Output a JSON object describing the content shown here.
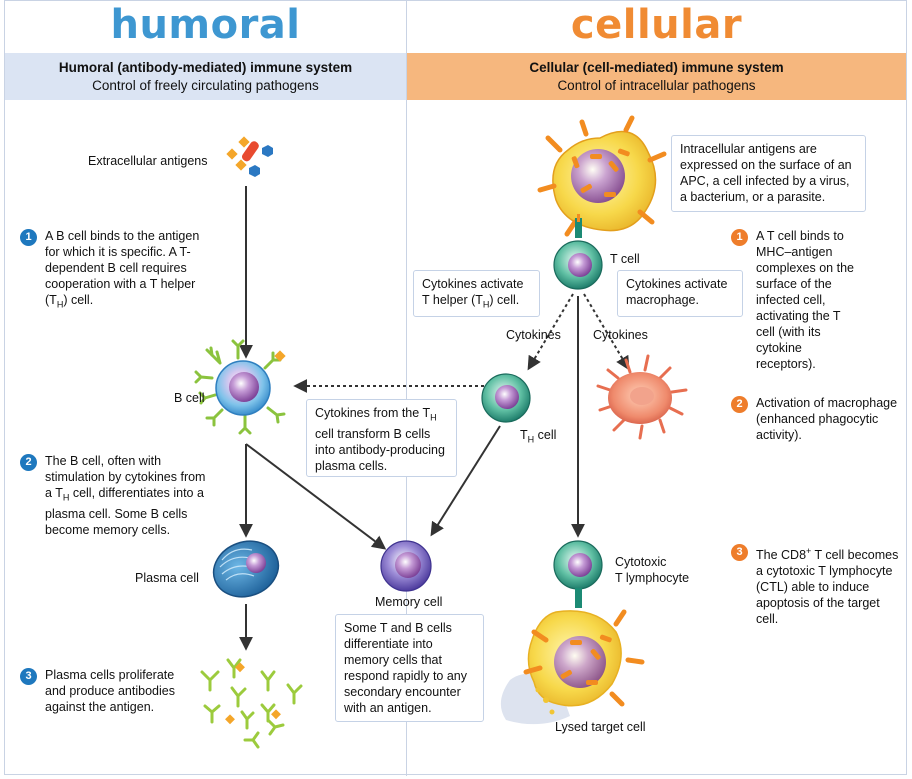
{
  "colors": {
    "humoral_title": "#3e97d1",
    "cellular_title": "#f08b33",
    "humoral_header_bg": "#dbe4f3",
    "cellular_header_bg": "#f6b77e",
    "step_blue": "#1e78be",
    "step_orange": "#ee7d2b",
    "box_border": "#c5d2e6"
  },
  "humoral": {
    "title": "humoral",
    "header_title": "Humoral (antibody-mediated) immune system",
    "header_subtitle": "Control of freely circulating pathogens",
    "extracellular_antigens": "Extracellular antigens",
    "step1_num": "1",
    "step1_text": "A B cell binds to the antigen for which it is specific. A T-dependent B cell requires cooperation with a T helper (T",
    "step1_sub": "H",
    "step1_end": ") cell.",
    "b_cell": "B cell",
    "step2_num": "2",
    "step2_a": "The B cell, often with stimulation by cytokines from a T",
    "step2_sub": "H",
    "step2_b": " cell, differentiates into a plasma cell. Some B cells become memory cells.",
    "plasma_cell": "Plasma cell",
    "step3_num": "3",
    "step3_text": "Plasma cells proliferate and produce antibodies against the antigen.",
    "memory_cell": "Memory cell",
    "memory_box": "Some T and B cells differentiate into memory cells that respond rapidly to any secondary encounter with an antigen.",
    "th_box_a": "Cytokines from the T",
    "th_box_sub": "H",
    "th_box_b": " cell transform B cells into antibody-producing plasma cells."
  },
  "cellular": {
    "title": "cellular",
    "header_title": "Cellular (cell-mediated) immune system",
    "header_subtitle": "Control of intracellular pathogens",
    "apc_box": "Intracellular antigens are expressed on the surface of an APC, a cell infected by a virus, a bacterium, or a parasite.",
    "t_cell": "T cell",
    "cyto_th_a": "Cytokines activate T helper (T",
    "cyto_th_sub": "H",
    "cyto_th_b": ") cell.",
    "cyto_mac": "Cytokines activate macrophage.",
    "cytokines_left": "Cytokines",
    "cytokines_right": "Cytokines",
    "th_cell_a": "T",
    "th_cell_sub": "H",
    "th_cell_b": " cell",
    "step1_num": "1",
    "step1_text": "A T cell binds to MHC–antigen complexes on the surface of the infected cell, activating the T cell (with its cytokine receptors).",
    "step2_num": "2",
    "step2_text": "Activation of macrophage (enhanced phagocytic activity).",
    "step3_num": "3",
    "step3_a": "The CD8",
    "step3_sup": "+",
    "step3_b": " T cell becomes a cytotoxic T lymphocyte (CTL) able to induce apoptosis of the target cell.",
    "ctl_label_1": "Cytotoxic",
    "ctl_label_2": "T lymphocyte",
    "lysed": "Lysed target cell"
  }
}
